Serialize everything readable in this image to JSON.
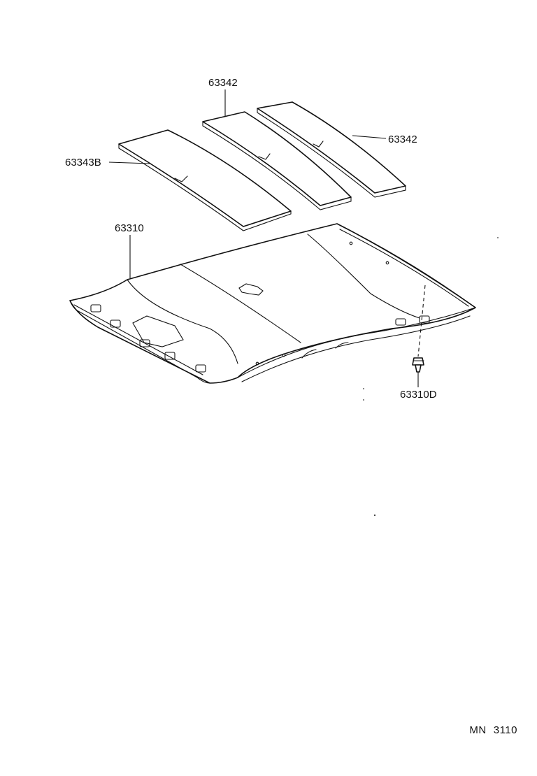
{
  "diagram": {
    "callouts": {
      "pad_center": "63342",
      "pad_right": "63342",
      "pad_left": "63343B",
      "headliner": "63310",
      "clip": "63310D"
    },
    "footer": {
      "prefix": "MN",
      "number": "3110"
    }
  }
}
